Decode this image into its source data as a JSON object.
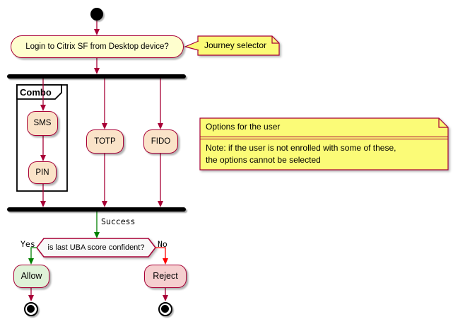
{
  "diagram": {
    "kind": "activity-flowchart",
    "colors": {
      "border_and_arrows": "#A80036",
      "activity_fill": "#FEFECE",
      "option_fill": "#FAE3C8",
      "allow_fill": "#DFF2D8",
      "reject_fill": "#F5CFCF",
      "decision_fill": "#F8F8F8",
      "note_fill": "#FBFB77",
      "success_arrow": "#008000",
      "no_arrow": "#FF0000",
      "bars_and_nodes": "#000000"
    },
    "nodes": {
      "login": "Login to Citrix SF from Desktop device?",
      "sms": "SMS",
      "pin": "PIN",
      "totp": "TOTP",
      "fido": "FIDO",
      "allow": "Allow",
      "reject": "Reject"
    },
    "partition": {
      "label": "Combo"
    },
    "decision": {
      "question": "is last UBA score confident?"
    },
    "edges": {
      "success": "Success",
      "yes": "Yes",
      "no": "No"
    },
    "notes": {
      "journey": "Journey selector",
      "options_title": "Options for the user",
      "options_body_line1": "Note: if the user is not enrolled with some of these,",
      "options_body_line2": "the options cannot be selected"
    }
  }
}
